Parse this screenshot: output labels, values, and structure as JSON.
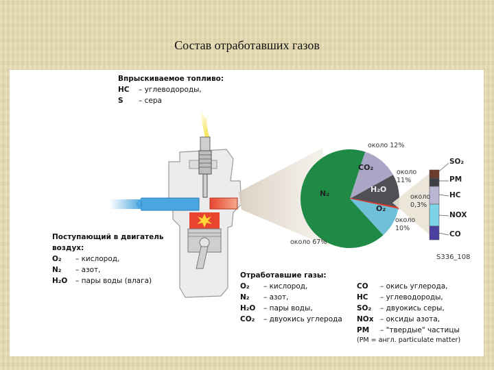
{
  "slide_title": "Состав отработавших газов",
  "fuel": {
    "heading": "Впрыскиваемое топливо:",
    "items": [
      {
        "formula": "HC",
        "desc": "– углеводороды,"
      },
      {
        "formula": "S",
        "desc": "– сера"
      }
    ]
  },
  "air": {
    "heading_line1": "Поступающий в двигатель",
    "heading_line2": "воздух:",
    "items": [
      {
        "formula": "O₂",
        "desc": "– кислород,"
      },
      {
        "formula": "N₂",
        "desc": "– азот,"
      },
      {
        "formula": "H₂O",
        "desc": "– пары воды (влага)"
      }
    ]
  },
  "exhaust": {
    "heading": "Отработавшие газы:",
    "items": [
      {
        "formula": "O₂",
        "desc": "– кислород,"
      },
      {
        "formula": "N₂",
        "desc": "– азот,"
      },
      {
        "formula": "H₂O",
        "desc": "– пары воды,"
      },
      {
        "formula": "CO₂",
        "desc": "– двуокись углерода"
      }
    ]
  },
  "pollutants": {
    "items": [
      {
        "formula": "CO",
        "desc": "– окись углерода,"
      },
      {
        "formula": "HC",
        "desc": "– углеводороды,"
      },
      {
        "formula": "SO₂",
        "desc": "– двуокись серы,"
      },
      {
        "formula": "NOx",
        "desc": "– оксиды азота,"
      },
      {
        "formula": "PM",
        "desc": "– \"твердые\" частицы"
      }
    ],
    "note": "(PM = англ. particulate matter)"
  },
  "figure_code": "S336_108",
  "colors": {
    "n2": "#1e8a46",
    "co2": "#a9a6c6",
    "h2o": "#4f4f55",
    "o2": "#6fc0d8",
    "pollutant": "#e03a2a",
    "intake": "#4aa6e0",
    "exhaust_hot": "#e8452e",
    "fuel_spray": "#f2e23a",
    "engine": "#e8e8e8"
  },
  "chart_data": {
    "type": "pie",
    "slices": [
      {
        "label": "N₂",
        "value": 67,
        "value_label": "около 67%"
      },
      {
        "label": "CO₂",
        "value": 12,
        "value_label": "около 12%"
      },
      {
        "label": "H₂O",
        "value": 11,
        "value_label": "около\n11%"
      },
      {
        "label": "",
        "value": 0.3,
        "value_label": "около\n0,3%"
      },
      {
        "label": "O₂",
        "value": 10,
        "value_label": "около\n10%"
      }
    ],
    "breakdown_bar": {
      "segments": [
        {
          "label": "SO₂",
          "color": "#6b3a2a"
        },
        {
          "label": "PM",
          "color": "#3f3f46"
        },
        {
          "label": "HC",
          "color": "#b8b6d4"
        },
        {
          "label": "NOX",
          "color": "#7fd3e6"
        },
        {
          "label": "CO",
          "color": "#4b3fa0"
        }
      ]
    }
  }
}
